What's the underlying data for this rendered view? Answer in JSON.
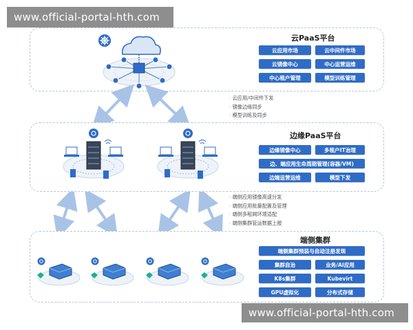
{
  "watermark": {
    "top": "www.official-portal-hth.com",
    "bottom": "www.official-portal-hth.com"
  },
  "cloud_tier": {
    "title": "云PaaS平台",
    "buttons": [
      "云应用市场",
      "云中间件市场",
      "云镜像中心",
      "中心运营运维",
      "中心租户管理",
      "模型训练管理"
    ]
  },
  "notes_upper": [
    "云应用/中间件下发",
    "镜像边缘同步",
    "模型训练及同步"
  ],
  "edge_tier": {
    "title": "边缘PaaS平台",
    "buttons": [
      "边缘镜像中心",
      "多租户IT治理",
      "边、端应用生命周期管理(容器/VM)",
      "边端运营运维",
      "模型下发"
    ]
  },
  "notes_lower": [
    "端侧应用镜像高速分发",
    "端侧应用批量配置及管理",
    "端侧多租网环境适配",
    "端侧集群管运数据上报"
  ],
  "device_tier": {
    "title": "端侧集群",
    "buttons": [
      "端侧集群预装与自动注册发现",
      "集群自治",
      "业务/AI应用",
      "K8s集群",
      "Kubevirt",
      "GPU虚拟化",
      "分布式存储"
    ]
  },
  "colors": {
    "accent": "#2f6cc6",
    "dashed_border": "#b5c6d8",
    "arrow": "#a8c3e6",
    "watermark_bg": "#8e8e8e"
  },
  "icons": [
    "kubernetes-helm-icon",
    "cloud-icon",
    "server-icon",
    "laptop-icon",
    "camera-icon",
    "wifi-icon",
    "gpu-device-icon"
  ]
}
